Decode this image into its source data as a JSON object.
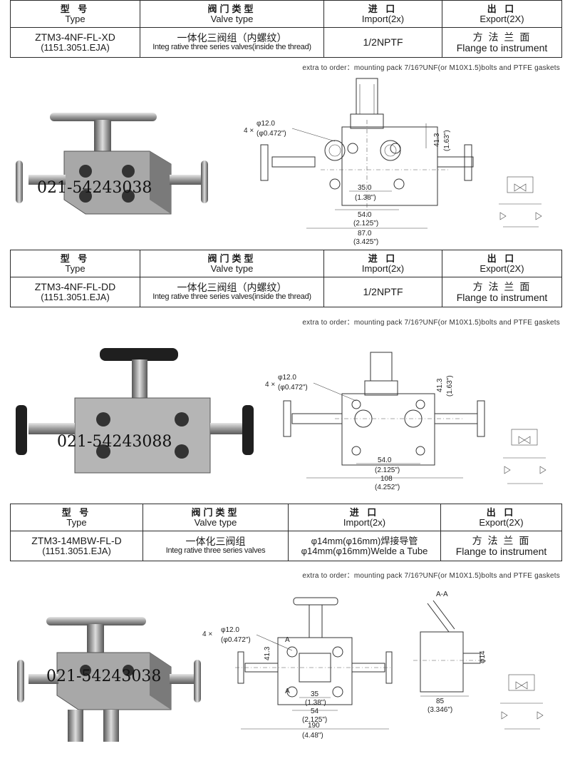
{
  "header": {
    "type_cn": "型 号",
    "type_en": "Type",
    "valve_cn": "阀门类型",
    "valve_en": "Valve type",
    "import_cn": "进 口",
    "import_en": "Import(2x)",
    "export_cn": "出 口",
    "export_en": "Export(2X)"
  },
  "products": [
    {
      "model": "ZTM3-4NF-FL-XD",
      "standard": "(1151.3051.EJA)",
      "valve_cn": "一体化三阀组（内螺纹）",
      "valve_en": "Integ rative three series valves(inside the thread)",
      "import": "1/2NPTF",
      "export_cn": "方 法 兰 面",
      "export_en": "Flange to instrument",
      "extra": "extra to order：mounting pack 7/16?UNF(or M10X1.5)bolts and PTFE gaskets",
      "phone": "021-54243038",
      "dims": {
        "hole": "φ12.0",
        "hole_in": "(φ0.472\")",
        "count": "4 ×",
        "h1": "41.3",
        "h1_in": "(1.63\")",
        "w1": "35.0",
        "w1_in": "(1.38\")",
        "w2": "54.0",
        "w2_in": "(2.125\")",
        "w3": "87.0",
        "w3_in": "(3.425\")"
      }
    },
    {
      "model": "ZTM3-4NF-FL-DD",
      "standard": "(1151.3051.EJA)",
      "valve_cn": "一体化三阀组（内螺纹）",
      "valve_en": "Integ rative three series valves(inside the thread)",
      "import": "1/2NPTF",
      "export_cn": "方 法 兰 面",
      "export_en": "Flange to instrument",
      "extra": "extra to order：mounting pack 7/16?UNF(or M10X1.5)bolts and PTFE gaskets",
      "phone": "021-54243088",
      "dims": {
        "hole": "φ12.0",
        "hole_in": "(φ0.472\")",
        "count": "4 ×",
        "h1": "41.3",
        "h1_in": "(1.63\")",
        "w2": "54.0",
        "w2_in": "(2.125\")",
        "w3": "108",
        "w3_in": "(4.252\")"
      }
    },
    {
      "model": "ZTM3-14MBW-FL-D",
      "standard": "(1151.3051.EJA)",
      "valve_cn": "一体化三阀组",
      "valve_en": "Integ rative three series valves",
      "import_cn": "φ14mm(φ16mm)焊接导管",
      "import_en": "φ14mm(φ16mm)Welde a Tube",
      "export_cn": "方 法 兰 面",
      "export_en": "Flange to instrument",
      "extra": "extra to order：mounting pack 7/16?UNF(or M10X1.5)bolts and PTFE gaskets",
      "phone": "021-54243038",
      "dims": {
        "hole": "φ12.0",
        "hole_in": "(φ0.472\")",
        "count": "4 ×",
        "h1": "41.3",
        "w1": "35",
        "w1_in": "(1.38\")",
        "w2": "54",
        "w2_in": "(2.125\")",
        "w3": "190",
        "w3_in": "(4.48\")",
        "section": "A-A",
        "mark_a": "A",
        "side_w": "85",
        "side_w_in": "(3.346\")",
        "side_h": "φ14"
      }
    }
  ]
}
